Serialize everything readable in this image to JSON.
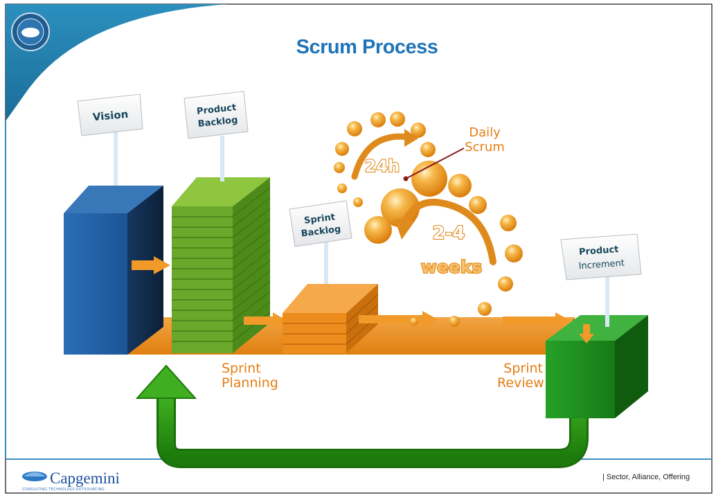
{
  "slide": {
    "title": "Scrum Process",
    "signs": {
      "vision": "Vision",
      "product_backlog": [
        "Product",
        "Backlog"
      ],
      "sprint_backlog": [
        "Sprint",
        "Backlog"
      ],
      "product_increment": [
        "Product",
        "Increment"
      ]
    },
    "cycle": {
      "daily_hours": "24h",
      "sprint_length": "2-4",
      "sprint_unit": "weeks",
      "daily_scrum": [
        "Daily",
        "Scrum"
      ]
    },
    "labels": {
      "sprint_planning": [
        "Sprint",
        "Planning"
      ],
      "sprint_review": [
        "Sprint",
        "Review"
      ]
    }
  },
  "footer": {
    "logo": "Capgemini",
    "logo_tagline": "CONSULTING.TECHNOLOGY.OUTSOURCING",
    "right_text": "| Sector, Alliance, Offering"
  },
  "colors": {
    "title": "#1f74b8",
    "orange": "#e8891b",
    "orange_text": "#e47d12",
    "blue_block": "#1d5fa3",
    "green_stack": "#6aa82b",
    "green_block": "#1e8a1e",
    "sign_text": "#17465c"
  },
  "icons": [
    "seal-icon",
    "capgemini-logo-icon",
    "return-arrow-icon"
  ]
}
